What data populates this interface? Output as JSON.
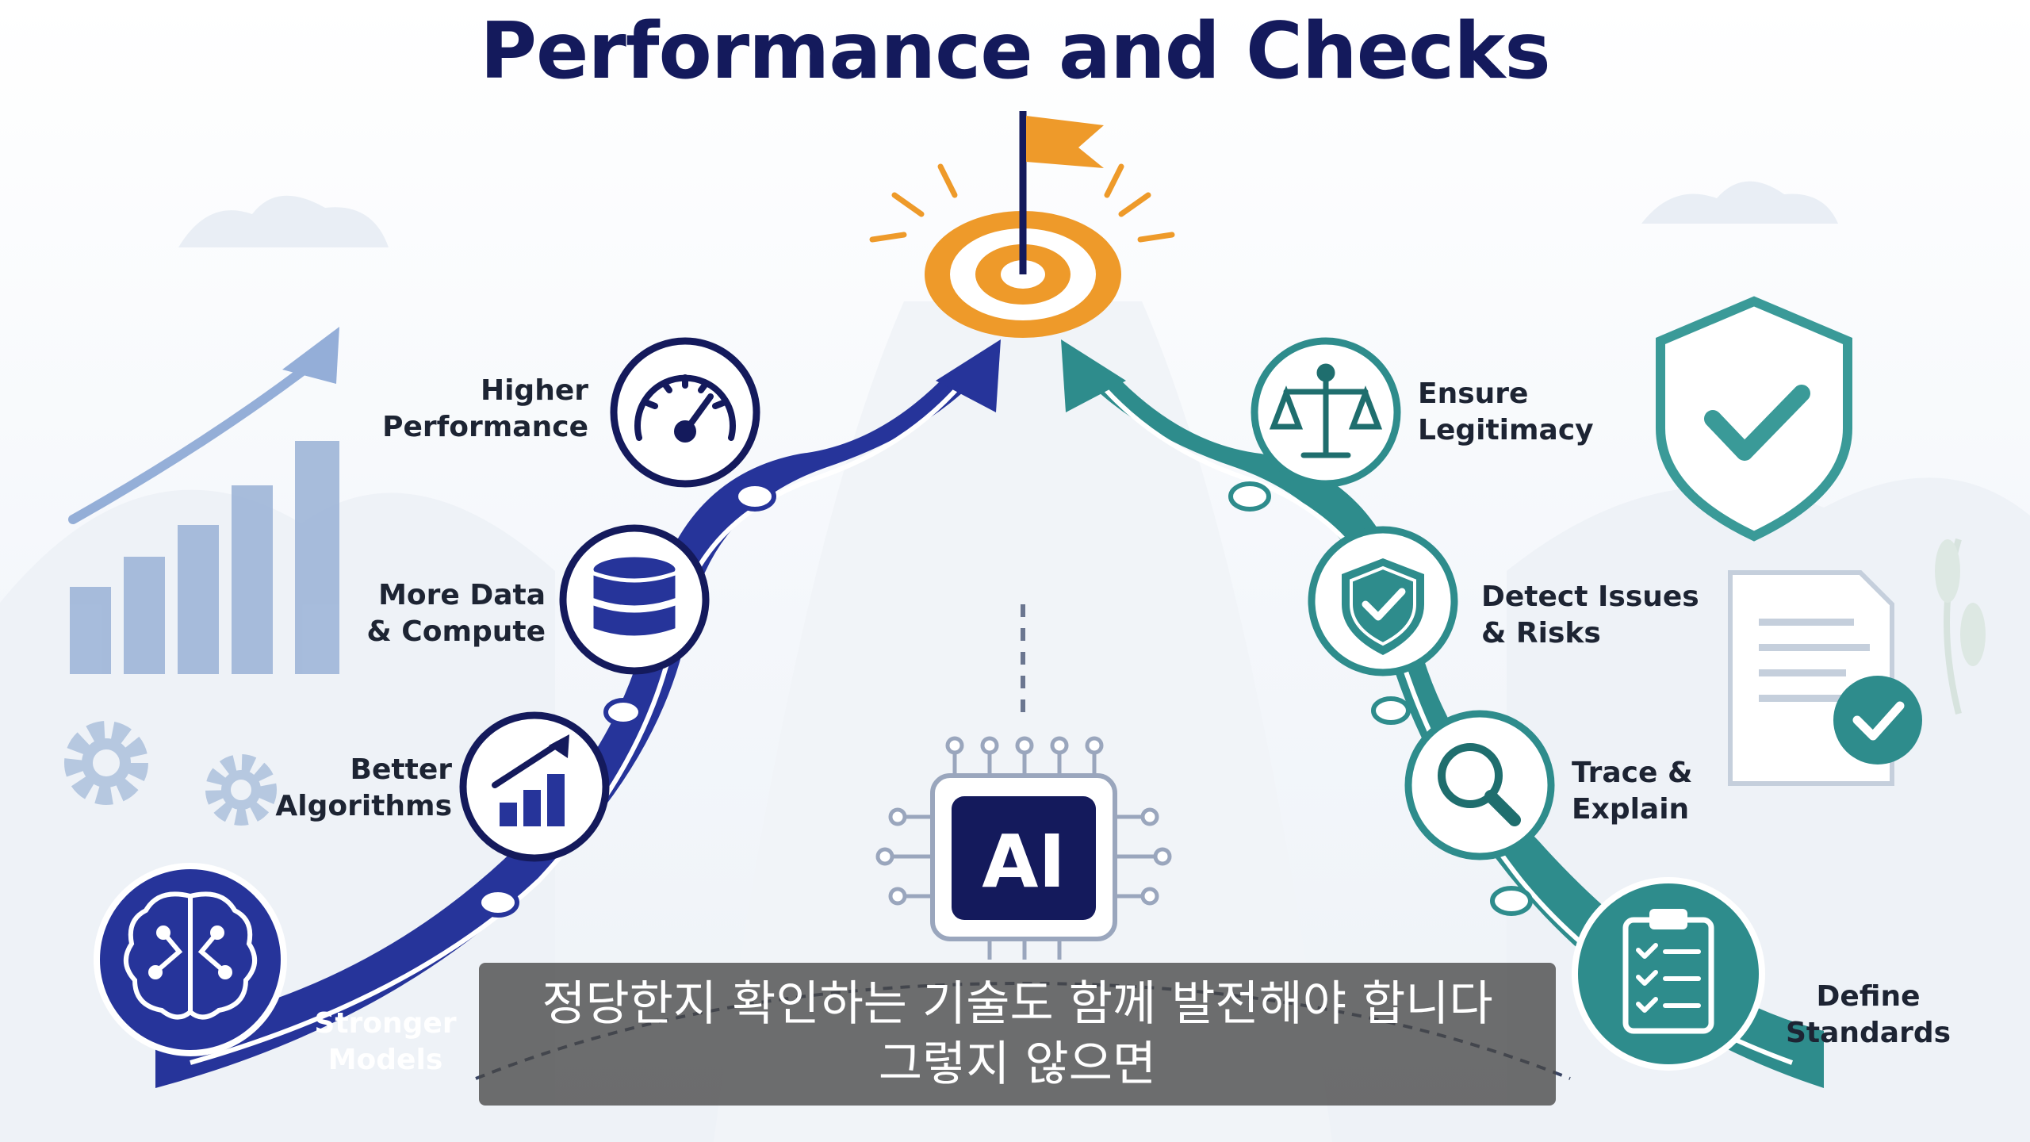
{
  "title": "Performance and Checks",
  "left_path": {
    "color": "#26349a",
    "steps": [
      {
        "line1": "Higher",
        "line2": "Performance",
        "icon": "speedometer-icon"
      },
      {
        "line1": "More Data",
        "line2": "& Compute",
        "icon": "database-icon"
      },
      {
        "line1": "Better",
        "line2": "Algorithms",
        "icon": "growth-chart-icon"
      },
      {
        "line1": "Stronger",
        "line2": "Models",
        "icon": "brain-circuit-icon"
      }
    ]
  },
  "right_path": {
    "color": "#2e8c8c",
    "steps": [
      {
        "line1": "Ensure",
        "line2": "Legitimacy",
        "icon": "scales-icon"
      },
      {
        "line1": "Detect Issues",
        "line2": "& Risks",
        "icon": "shield-check-icon"
      },
      {
        "line1": "Trace &",
        "line2": "Explain",
        "icon": "magnifier-icon"
      },
      {
        "line1": "Define",
        "line2": "Standards",
        "icon": "clipboard-checklist-icon"
      }
    ]
  },
  "center": {
    "chip_label": "AI",
    "goal_icon": "target-flag-icon"
  },
  "subtitle": {
    "line1": "정당한지 확인하는 기술도 함께 발전해야 합니다",
    "line2": "그렇지 않으면"
  },
  "colors": {
    "navy": "#141a5c",
    "blue": "#26349a",
    "teal": "#2e8c8c",
    "orange": "#ee9a2a"
  }
}
